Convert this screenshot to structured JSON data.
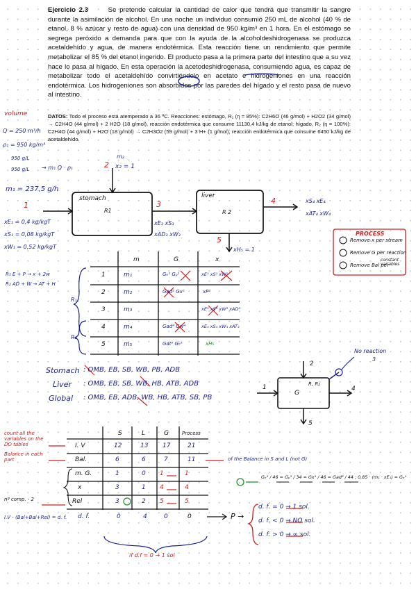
{
  "problem": {
    "label": "Ejercicio 2.3",
    "paragraph": "Se pretende calcular la cantidad de calor que tendrá que transmitir la sangre durante la asimilación de alcohol. En una noche un individuo consumió 250 mL de alcohol (40 % de etanol, 8 % azúcar y resto de agua) con una densidad de 950 kg/m³ en 1 hora. En el estómago se segrega peróxido a demanda para que con la ayuda de la alcoholdeshidrogenasa se produzca acetaldehído y agua, de manera endotérmica. Esta reacción tiene un rendimiento que permite metabolizar el 85 % del etanol ingerido. El producto pasa a la primera parte del intestino que a su vez hace lo pasa al hígado. En esta operación la acetodeshidrogenasa, consumiendo agua, es capaz de metabolizar todo el acetaldehído convirtiéndolo en acetato e hidrogeniones en una reacción endotérmica. Los hidrogeniones son absorbidos por las paredes del hígado y el resto pasa de nuevo al intestino.",
    "data_label": "DATOS:",
    "data_text": "Todo el proceso está atemperado a 36 ºC. Reacciones: estómago, R₁ (η = 85%): C2H6O (46 g/mol) + H2O2 (34 g/mol) → C2H4O (44 g/mol) + 2 H2O (18 g/mol), reacción endotérmica que consume 11130,4 kJ/kg de etanol; hígado, R₂ (η = 100%): C2H4O (44 g/mol) + H2O (18 g/mol) → C2H3O2 (59 g/mol) + 3 H+ (1 g/mol), reacción endotérmica que consume 6450 kJ/kg de acetaldehído."
  },
  "notes": {
    "volume": "volume",
    "q": "Q = 250 m³/h",
    "rho": "ρ₁ = 950 kg/m³",
    "n950": "950 g/L",
    "n950b": "950 g/L",
    "mq": "→ m₁ Q · ρ₁",
    "m1": "m₁ = 237,5 g/h",
    "xe1": "xE₁ = 0,4 kg/kgT",
    "xs1": "xS₁ = 0,08 kg/kgT",
    "xw1": "xW₁ = 0,52 kg/kgT",
    "eq1": "R₁ E + P → x + 2w",
    "eq2": "R₂ AD + W → AT + H",
    "m2": "m₂",
    "x2": "x₂ = 1",
    "stomach": "stomach",
    "r1": "R1",
    "liver": "liver",
    "r2": "R 2",
    "xe3": "xE₃  xS₃",
    "xad3": "xAD₃  xW₃",
    "xh5": "xH₅ = 1",
    "xs4": "xS₄  xE₄",
    "xat4": "xAT₄  xW₄",
    "s1": "1",
    "s2": "2",
    "s3": "3",
    "s4": "4",
    "s5": "5",
    "process_title": "PROCESS",
    "proc1": "Remove x per stream",
    "proc2": "Remove G per reaction",
    "proc3a": "Remove Bal per",
    "proc3b": "constant variables",
    "no_reaction": "No reaction",
    "no_reaction_n": "3",
    "r1_side": "R₁",
    "r2_side": "R₂"
  },
  "table1": {
    "headers": [
      "m",
      "G",
      "x"
    ],
    "rows": [
      {
        "n": "1",
        "m": "m₁",
        "g": "Gₑ¹  Gₚ¹",
        "x": "xE¹  xS¹  xW¹"
      },
      {
        "n": "2",
        "m": "m₂",
        "g": "Gad²  Gx²",
        "x": "xP²"
      },
      {
        "n": "3",
        "m": "m₃",
        "g": "",
        "x": "xE³  xS³  xW³  xAD³"
      },
      {
        "n": "4",
        "m": "m₄",
        "g": "Gad⁴  Gw⁴",
        "x": "xE₄  xS₄  xW₄  xAT₄"
      },
      {
        "n": "5",
        "m": "m₅",
        "g": "Gat⁵  Gₕ⁵",
        "x": "xH₅"
      }
    ]
  },
  "compounds": {
    "stomach_label": "Stomach",
    "stomach": ": OMB, EB, SB, WB, PB, ADB",
    "liver_label": "Liver",
    "liver": ": OMB, EB, SB, WB, HB, ATB, ADB",
    "global_label": "Global",
    "global": ": OMB, EB, ADB, WB, HB, ATB, SB, PB"
  },
  "global_diagram": {
    "g": "G",
    "r": "R, R₂",
    "in1": "1",
    "in2": "2",
    "out4": "4",
    "out5": "5"
  },
  "table2": {
    "headers": [
      "S",
      "L",
      "G",
      "Process"
    ],
    "side_notes": [
      "count all the variables on the DO tables",
      "Balance in each part"
    ],
    "rows": [
      {
        "label": "I. V",
        "s": "12",
        "l": "13",
        "g": "17",
        "p": "21"
      },
      {
        "label": "Bal.",
        "s": "6",
        "l": "6",
        "g": "7",
        "p": "11"
      },
      {
        "label": "m. G.",
        "s": "1",
        "l": "0",
        "g": "1",
        "p": "1"
      },
      {
        "label": "x",
        "s": "3",
        "l": "1",
        "g": "4",
        "p": "4"
      },
      {
        "label": "Rel",
        "s": "3",
        "l": "2",
        "g": "5",
        "p": "5"
      },
      {
        "label": "d. f.",
        "s": "0",
        "l": "4",
        "g": "0",
        "p": "0"
      }
    ],
    "n_comp": "nº comp. - 2",
    "iv_formula": "I.V - (Bal+Bal+Rel) = d. f.",
    "bal_note": "of the Balance in S and L (not G)",
    "if_note": "if d.f = 0 → 1 sol",
    "ratio": "Gₑ¹ / 46 = Gₚ¹ / 34 = Gx¹ / 46 = Gad² / 44 ;  0,85 · (m₁ · xE₁) = Gₑ¹",
    "p_label": "P →",
    "cases": [
      "d. f. = 0 → 1 sol.",
      "d. f. < 0 → NO sol.",
      "d. f. > 0 → ∞ sol."
    ]
  }
}
